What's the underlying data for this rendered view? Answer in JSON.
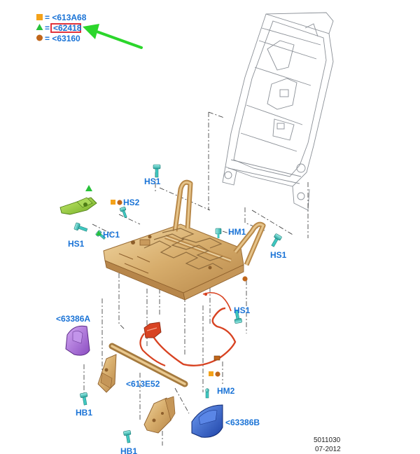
{
  "legend": [
    {
      "symbol": "square",
      "color": "#f4a21a",
      "text": "= <613A68"
    },
    {
      "symbol": "triangle",
      "color": "#27c13a",
      "text": "=",
      "highlight_text": "<62418"
    },
    {
      "symbol": "circle",
      "color": "#c0661a",
      "text": "= <63160"
    }
  ],
  "labels": {
    "hs1_top": "HS1",
    "hs2": "HS2",
    "hc1": "HC1",
    "hs1_left": "HS1",
    "hm1": "HM1",
    "hs1_right": "HS1",
    "hs1_mid": "HS1",
    "p63386a": "<63386A",
    "p613e52": "<613E52",
    "hm2": "HM2",
    "hb1_upper": "HB1",
    "hb1_lower": "HB1",
    "p63386b": "<63386B"
  },
  "reference": {
    "number": "5011030",
    "date": "07-2012"
  },
  "colors": {
    "label_blue": "#1a73d6",
    "frame_tan": "#d7ad6c",
    "bracket_green": "#8ecb3a",
    "cover_purple": "#a86ad6",
    "cover_blue": "#2f5fd0",
    "cable_red": "#d84322",
    "arrow_green": "#2bd62b",
    "highlight_red": "#e0202a",
    "fastener_teal": "#3fc7c0"
  }
}
